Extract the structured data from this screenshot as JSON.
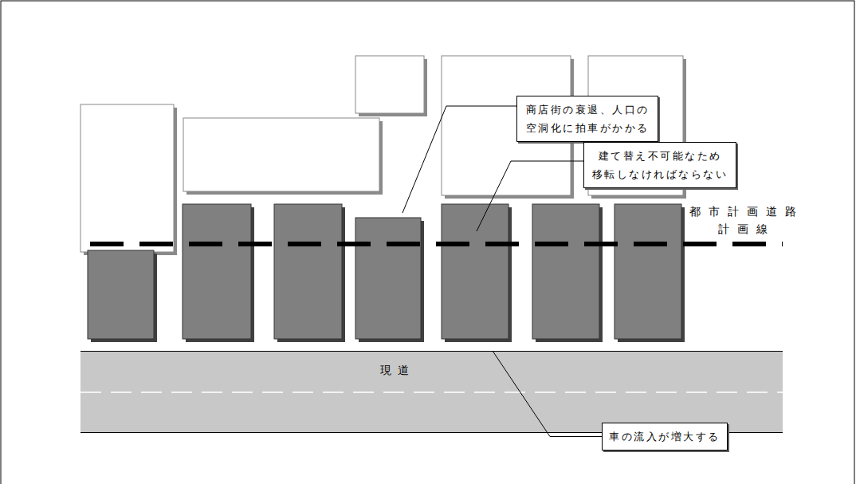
{
  "diagram": {
    "nodes": [
      {
        "text": [
          "商店街の衰退、人口の 空洞化に拍車がかかる"
        ]
      },
      {
        "text": [
          "建て替え不可能なため 移転しなければならない"
        ]
      },
      {
        "text": [
          "現道"
        ]
      },
      {
        "text": [
          "車の流入が増大する"
        ]
      }
    ],
    "edges": [
      {
        "from": 3,
        "to": 2,
        "arrow": "none"
      }
    ],
    "labels": [
      "都市計画道路 計画線"
    ]
  }
}
